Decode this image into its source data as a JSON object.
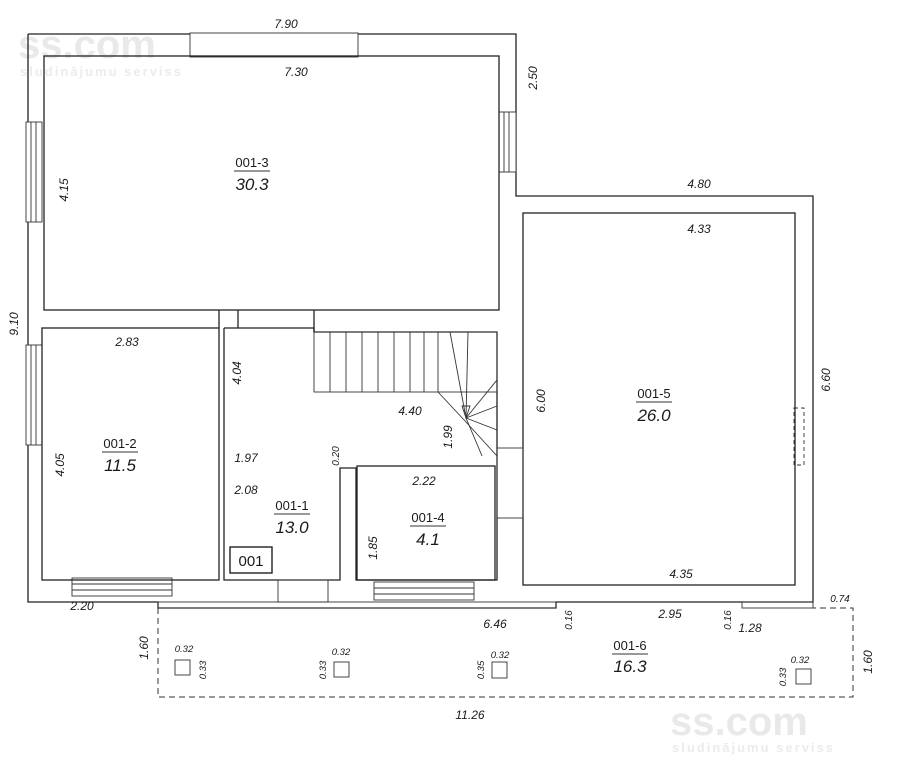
{
  "watermark": {
    "top_logo": "ss.com",
    "top_tagline": "sludinājumu serviss",
    "bottom_logo": "ss.com",
    "bottom_tagline": "sludinājumu serviss"
  },
  "plan_label": "001",
  "rooms": [
    {
      "id": "001-3",
      "area": "30.3"
    },
    {
      "id": "001-2",
      "area": "11.5"
    },
    {
      "id": "001-1",
      "area": "13.0"
    },
    {
      "id": "001-4",
      "area": "4.1"
    },
    {
      "id": "001-5",
      "area": "26.0"
    },
    {
      "id": "001-6",
      "area": "16.3"
    }
  ],
  "dimensions": {
    "top_outer": "7.90",
    "top_inner": "7.30",
    "right_step": "2.50",
    "left_room3": "4.15",
    "left_overall": "9.10",
    "room2_width": "2.83",
    "room2_height": "4.05",
    "hall_upper": "4.04",
    "hall_1": "1.97",
    "hall_2": "2.08",
    "stair_length": "4.40",
    "stair_height": "1.99",
    "hall_gap": "0.20",
    "room4_width": "2.22",
    "room4_height": "1.85",
    "right_outer_width": "4.80",
    "room5_top": "4.33",
    "room5_height": "6.00",
    "room5_right": "6.60",
    "room5_bottom": "4.35",
    "bottom_left": "2.20",
    "bottom_mid": "6.46",
    "wall_016_a": "0.16",
    "terrace_295": "2.95",
    "wall_016_b": "0.16",
    "terrace_128": "1.28",
    "terrace_074": "0.74",
    "terrace_left": "1.60",
    "terrace_right": "1.60",
    "terrace_total": "11.26"
  },
  "posts": [
    {
      "w": "0.32",
      "h": "0.33"
    },
    {
      "w": "0.32",
      "h": "0.33"
    },
    {
      "w": "0.32",
      "h": "0.35"
    },
    {
      "w": "0.32",
      "h": "0.33"
    }
  ]
}
